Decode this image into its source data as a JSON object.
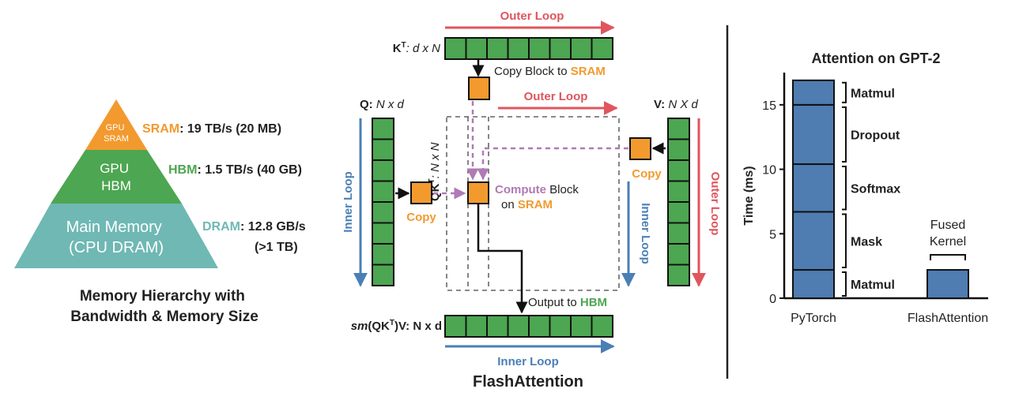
{
  "colors": {
    "orange": "#F29A2E",
    "green": "#4DA651",
    "teal": "#6FB8B4",
    "red": "#E0555E",
    "blue": "#4A7FB5",
    "purple": "#B07AB5",
    "bar_blue": "#4F7CB1",
    "text": "#222222",
    "white": "#ffffff"
  },
  "hierarchy": {
    "sram_label": "GPU\nSRAM",
    "hbm_label": "GPU\nHBM",
    "dram_label": "Main Memory\n(CPU DRAM)",
    "sram_name": "SRAM",
    "sram_spec": ": 19 TB/s (20 MB)",
    "hbm_name": "HBM",
    "hbm_spec": ": 1.5 TB/s (40 GB)",
    "dram_name": "DRAM",
    "dram_spec": ": 12.8 GB/s",
    "dram_spec2": "(>1 TB)",
    "caption": "Memory Hierarchy with\nBandwidth & Memory Size"
  },
  "flash": {
    "outer_loop_top": "Outer Loop",
    "outer_loop_mid": "Outer Loop",
    "outer_loop_right": "Outer Loop",
    "inner_loop_left": "Inner Loop",
    "inner_loop_right": "Inner Loop",
    "inner_loop_bottom": "Inner Loop",
    "kt_prefix": "K",
    "kt_sup": "T",
    "kt_suffix": ": d x N",
    "q_label": "Q: ",
    "q_dims": "N x d",
    "v_label": "V: ",
    "v_dims": "N X d",
    "qk_label": "QK",
    "qk_sup": "T",
    "qk_dims": ": N x N",
    "copy_block": "Copy Block to ",
    "copy_block_target": "SRAM",
    "copy_left": "Copy",
    "copy_right": "Copy",
    "compute_1": "Compute",
    "compute_2": " Block",
    "compute_3": "on ",
    "compute_target": "SRAM",
    "output": "Output to ",
    "output_target": "HBM",
    "sm_prefix": "sm",
    "sm_mid": "(QK",
    "sm_sup": "T",
    "sm_suffix": ")V: N x d",
    "caption": "FlashAttention"
  },
  "chart_data": {
    "type": "bar",
    "title": "Attention on GPT-2",
    "ylabel": "Time (ms)",
    "xlabel": "",
    "ylim": [
      0,
      17.5
    ],
    "yticks": [
      0,
      5,
      10,
      15
    ],
    "categories": [
      "PyTorch",
      "FlashAttention"
    ],
    "stacks": [
      {
        "category": "PyTorch",
        "segments": [
          {
            "name": "Matmul",
            "value": 2.2
          },
          {
            "name": "Mask",
            "value": 4.5
          },
          {
            "name": "Softmax",
            "value": 3.7
          },
          {
            "name": "Dropout",
            "value": 4.6
          },
          {
            "name": "Matmul",
            "value": 1.9
          }
        ]
      },
      {
        "category": "FlashAttention",
        "segments": [
          {
            "name": "Fused Kernel",
            "value": 2.2
          }
        ]
      }
    ],
    "annotation_fused": "Fused\nKernel"
  }
}
